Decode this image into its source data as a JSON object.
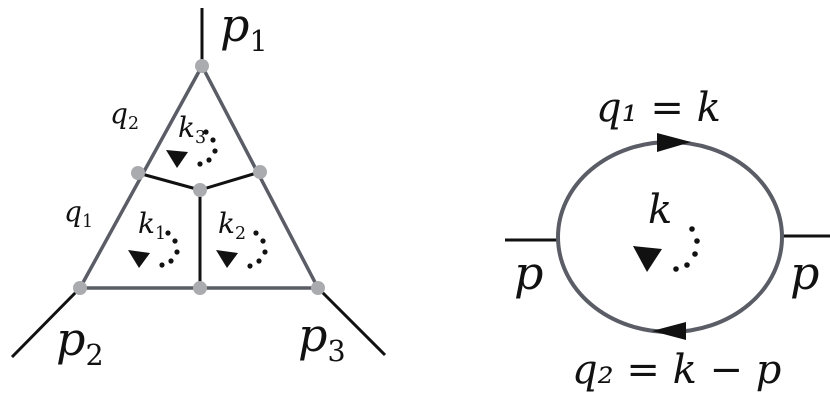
{
  "left_diagram": {
    "external_momenta": [
      {
        "symbol": "p",
        "index": "1"
      },
      {
        "symbol": "p",
        "index": "2"
      },
      {
        "symbol": "p",
        "index": "3"
      }
    ],
    "propagator_labels": [
      {
        "symbol": "q",
        "index": "2"
      },
      {
        "symbol": "q",
        "index": "1"
      }
    ],
    "loop_momenta": [
      {
        "symbol": "k",
        "index": "3"
      },
      {
        "symbol": "k",
        "index": "1"
      },
      {
        "symbol": "k",
        "index": "2"
      }
    ]
  },
  "right_diagram": {
    "top_label": "q₁ = k",
    "bottom_label": "q₂ = k − p",
    "loop_momentum": "k",
    "left_momentum": "p",
    "right_momentum": "p"
  },
  "colors": {
    "line": "#5a5d66",
    "external": "#111111",
    "vertex": "#a9abaf",
    "arrow": "#111111"
  }
}
